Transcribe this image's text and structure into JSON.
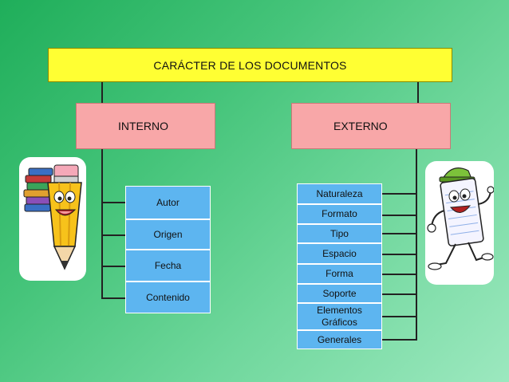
{
  "title": "CARÁCTER DE LOS DOCUMENTOS",
  "categories": {
    "interno": {
      "label": "INTERNO",
      "items": [
        "Autor",
        "Origen",
        "Fecha",
        "Contenido"
      ]
    },
    "externo": {
      "label": "EXTERNO",
      "items": [
        "Naturaleza",
        "Formato",
        "Tipo",
        "Espacio",
        "Forma",
        "Soporte",
        "Elementos Gráficos",
        "Generales"
      ]
    }
  },
  "icons": {
    "left": "pencil-with-books-icon",
    "right": "running-notepad-icon"
  },
  "colors": {
    "title_fill": "#ffff33",
    "category_fill": "#f8a7a8",
    "item_fill": "#5db5f0"
  }
}
